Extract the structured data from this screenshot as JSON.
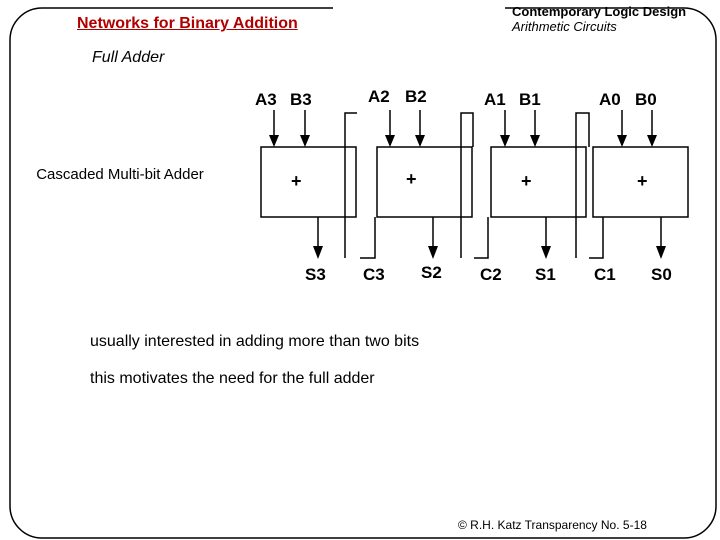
{
  "header": {
    "title": "Networks for Binary Addition",
    "course": "Contemporary Logic Design",
    "chapter": "Arithmetic Circuits"
  },
  "subtitle": "Full Adder",
  "side_label": "Cascaded Multi-bit Adder",
  "adders": [
    {
      "a": "A3",
      "b": "B3",
      "op": "+",
      "sum": "S3",
      "carry": "C3"
    },
    {
      "a": "A2",
      "b": "B2",
      "op": "+",
      "sum": "S2",
      "carry": "C2"
    },
    {
      "a": "A1",
      "b": "B1",
      "op": "+",
      "sum": "S1",
      "carry": "C1"
    },
    {
      "a": "A0",
      "b": "B0",
      "op": "+",
      "sum": "S0"
    }
  ],
  "notes": [
    "usually interested in adding more than two bits",
    "this motivates the need for the full adder"
  ],
  "footer": "© R.H. Katz   Transparency No. 5-18"
}
